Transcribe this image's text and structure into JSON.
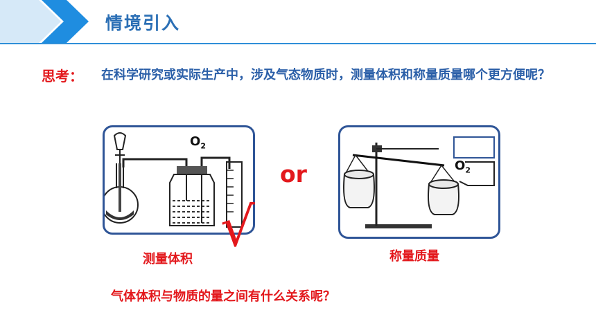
{
  "header": {
    "title": "情境引入"
  },
  "think": {
    "label": "思考：",
    "question": "在科学研究或实际生产中，涉及气态物质时，测量体积和称量质量哪个更方便呢？"
  },
  "left_panel": {
    "formula_main": "O",
    "formula_sub": "2",
    "caption": "测量体积"
  },
  "middle": {
    "or_text": "or",
    "check_mark": "√"
  },
  "right_panel": {
    "formula_main": "O",
    "formula_sub": "2",
    "caption": "称量质量"
  },
  "bottom": {
    "question": "气体体积与物质的量之间有什么关系呢？"
  },
  "colors": {
    "header_blue": "#2b6fb5",
    "accent_red": "#e3181c",
    "panel_border": "#2f5597"
  }
}
